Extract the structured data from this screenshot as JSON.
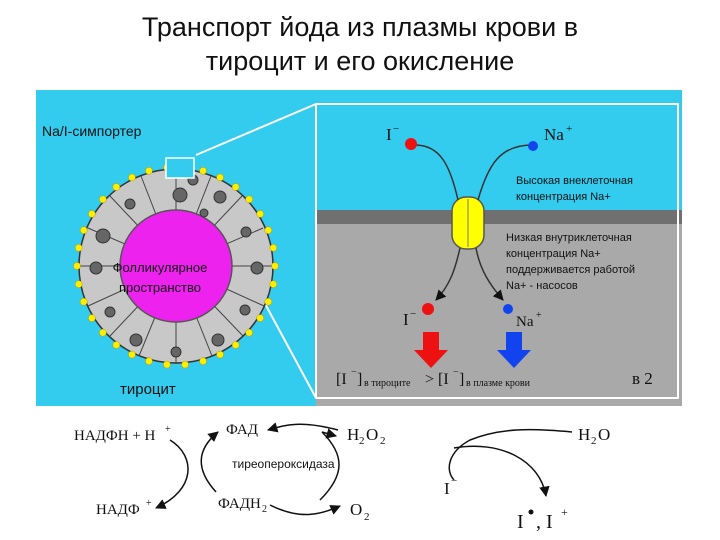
{
  "title": {
    "line1": "Транспорт йода из плазмы крови в",
    "line2": "тироцит и его окисление"
  },
  "figure": {
    "symporter_label": "Na/I-симпортер",
    "follicle_label_1": "Фолликулярное",
    "follicle_label_2": "пространство",
    "thyrocyte_label": "тироцит",
    "ion_i": "I",
    "ion_na": "Na",
    "high_conc_1": "Высокая внеклеточная",
    "high_conc_2": "концентрация Na+",
    "low_conc_1": "Низкая внутриклеточная",
    "low_conc_2": "концентрация Na+",
    "low_conc_3": "поддерживается работой",
    "low_conc_4": "Na+ - насосов",
    "eq_in_thyrocyte": "в тироците",
    "eq_in_plasma": "в плазме крови",
    "panel_label": "в 2",
    "colors": {
      "sky": "#33ccee",
      "gray": "#a9a9a9",
      "cell": "#c8c8c8",
      "lumen": "#ee22ee",
      "dots": "#ffee00",
      "red": "#ee1111",
      "blue": "#1144ee"
    }
  },
  "reaction": {
    "nadph": "НАДФН + Н",
    "nadp": "НАДФ",
    "fad": "ФАД",
    "fadh2": "ФАДН",
    "h2o2": "H",
    "o2": "O",
    "enzyme": "тиреопероксидаза",
    "iodide": "I",
    "h2o": "H",
    "products": "I",
    "products_b": ", I"
  }
}
